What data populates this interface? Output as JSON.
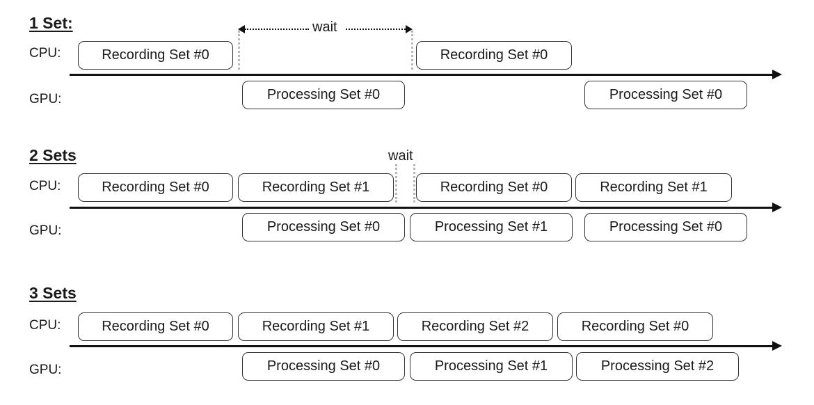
{
  "labels": {
    "cpu": "CPU:",
    "gpu": "GPU:",
    "wait": "wait"
  },
  "sections": [
    {
      "title": "1 Set:",
      "cpu": [
        "Recording Set #0",
        "Recording Set #0"
      ],
      "gpu": [
        "Processing Set #0",
        "Processing Set #0"
      ]
    },
    {
      "title": "2 Sets",
      "cpu": [
        "Recording Set #0",
        "Recording Set #1",
        "Recording Set #0",
        "Recording Set #1"
      ],
      "gpu": [
        "Processing Set #0",
        "Processing Set #1",
        "Processing Set #0"
      ]
    },
    {
      "title": "3 Sets",
      "cpu": [
        "Recording Set #0",
        "Recording Set #1",
        "Recording Set #2",
        "Recording Set #0"
      ],
      "gpu": [
        "Processing Set #0",
        "Processing Set #1",
        "Processing Set #2"
      ]
    }
  ]
}
